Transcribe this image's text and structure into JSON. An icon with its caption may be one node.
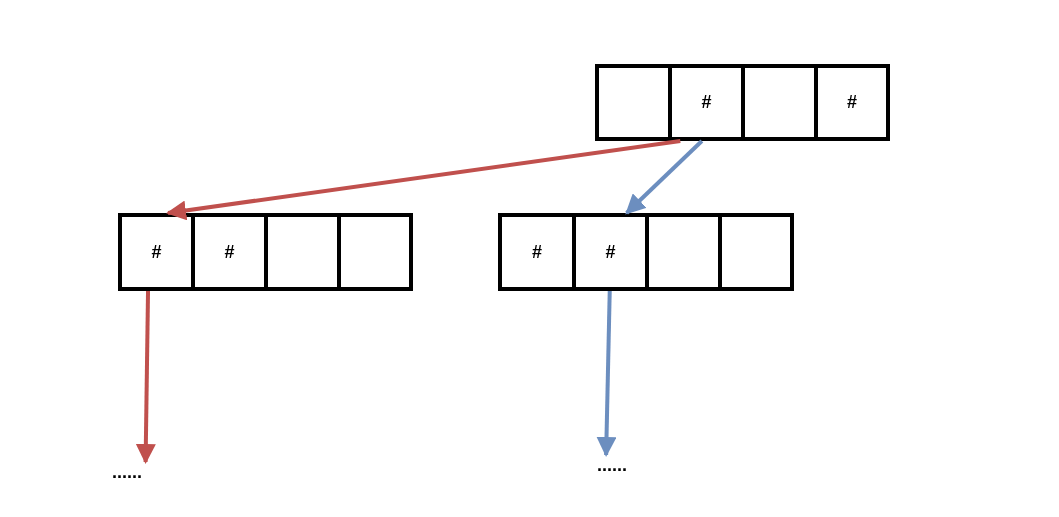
{
  "diagram": {
    "nodes": [
      {
        "text": [],
        "shape": "box"
      },
      {
        "text": [
          "#"
        ]
      },
      {
        "text": [],
        "shape": "box"
      },
      {
        "text": [
          "#"
        ]
      },
      {
        "text": [
          "#"
        ]
      },
      {
        "text": [
          "#"
        ]
      },
      {
        "text": [],
        "shape": "box"
      },
      {
        "text": [],
        "shape": "box"
      },
      {
        "text": [
          "#"
        ]
      },
      {
        "text": [
          "#"
        ]
      },
      {
        "text": [],
        "shape": "box"
      },
      {
        "text": [],
        "shape": "box"
      },
      {
        "text": [
          "......"
        ]
      },
      {
        "text": [
          "......"
        ]
      }
    ],
    "edges": [
      {
        "from": 1,
        "to": 4,
        "arrow": "to",
        "color": "#c0504d"
      },
      {
        "from": 1,
        "to": 9,
        "arrow": "to",
        "color": "#6c8ebf"
      },
      {
        "from": 4,
        "to": 12,
        "arrow": "to",
        "color": "#c0504d"
      },
      {
        "from": 9,
        "to": 13,
        "arrow": "to",
        "color": "#6c8ebf"
      }
    ]
  }
}
